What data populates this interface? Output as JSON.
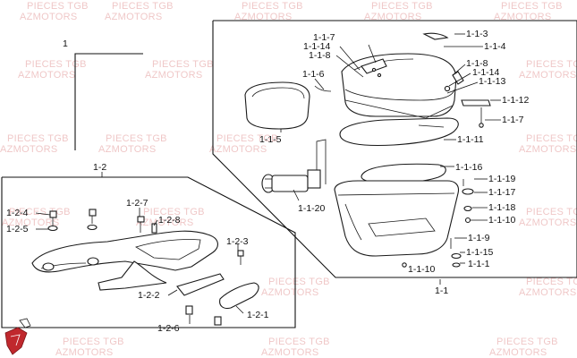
{
  "watermark": {
    "line1": "PIECES TGB",
    "line2": "AZMOTORS"
  },
  "labels": {
    "l_1": "1",
    "l_1_1": "1-1",
    "l_1_1_1": "1-1-1",
    "l_1_1_3": "1-1-3",
    "l_1_1_4": "1-1-4",
    "l_1_1_5": "1-1-5",
    "l_1_1_6": "1-1-6",
    "l_1_1_7a": "1-1-7",
    "l_1_1_7b": "1-1-7",
    "l_1_1_8a": "1-1-8",
    "l_1_1_8b": "1-1-8",
    "l_1_1_9": "1-1-9",
    "l_1_1_10a": "1-1-10",
    "l_1_1_10b": "1-1-10",
    "l_1_1_11": "1-1-11",
    "l_1_1_12": "1-1-12",
    "l_1_1_13": "1-1-13",
    "l_1_1_14a": "1-1-14",
    "l_1_1_14b": "1-1-14",
    "l_1_1_15": "1-1-15",
    "l_1_1_16": "1-1-16",
    "l_1_1_17": "1-1-17",
    "l_1_1_18": "1-1-18",
    "l_1_1_19": "1-1-19",
    "l_1_1_20": "1-1-20",
    "l_1_2": "1-2",
    "l_1_2_1": "1-2-1",
    "l_1_2_2": "1-2-2",
    "l_1_2_3": "1-2-3",
    "l_1_2_4": "1-2-4",
    "l_1_2_5": "1-2-5",
    "l_1_2_6": "1-2-6",
    "l_1_2_7": "1-2-7",
    "l_1_2_8": "1-2-8"
  },
  "brand_color": "#c0282d",
  "icons": [
    "dragon-logo-icon"
  ]
}
